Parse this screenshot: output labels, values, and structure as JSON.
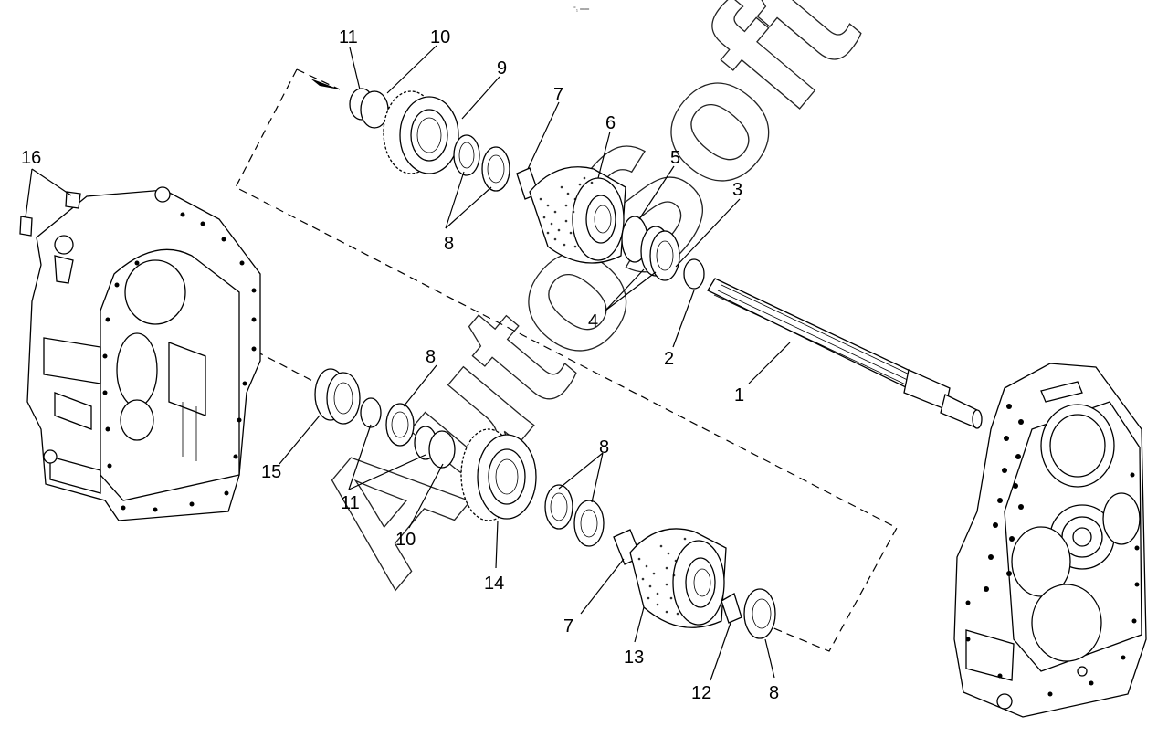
{
  "header": {
    "mark": "°₁ ══"
  },
  "watermark": "AutoSoft",
  "callouts": [
    {
      "id": "c1",
      "text": "1"
    },
    {
      "id": "c2",
      "text": "2"
    },
    {
      "id": "c3",
      "text": "3"
    },
    {
      "id": "c4",
      "text": "4"
    },
    {
      "id": "c5",
      "text": "5"
    },
    {
      "id": "c6",
      "text": "6"
    },
    {
      "id": "c7a",
      "text": "7"
    },
    {
      "id": "c7b",
      "text": "7"
    },
    {
      "id": "c8a",
      "text": "8"
    },
    {
      "id": "c8b",
      "text": "8"
    },
    {
      "id": "c8c",
      "text": "8"
    },
    {
      "id": "c8d",
      "text": "8"
    },
    {
      "id": "c9",
      "text": "9"
    },
    {
      "id": "c10a",
      "text": "10"
    },
    {
      "id": "c10b",
      "text": "10"
    },
    {
      "id": "c11a",
      "text": "11"
    },
    {
      "id": "c11b",
      "text": "11"
    },
    {
      "id": "c12",
      "text": "12"
    },
    {
      "id": "c13",
      "text": "13"
    },
    {
      "id": "c14",
      "text": "14"
    },
    {
      "id": "c15",
      "text": "15"
    },
    {
      "id": "c16",
      "text": "16"
    }
  ]
}
